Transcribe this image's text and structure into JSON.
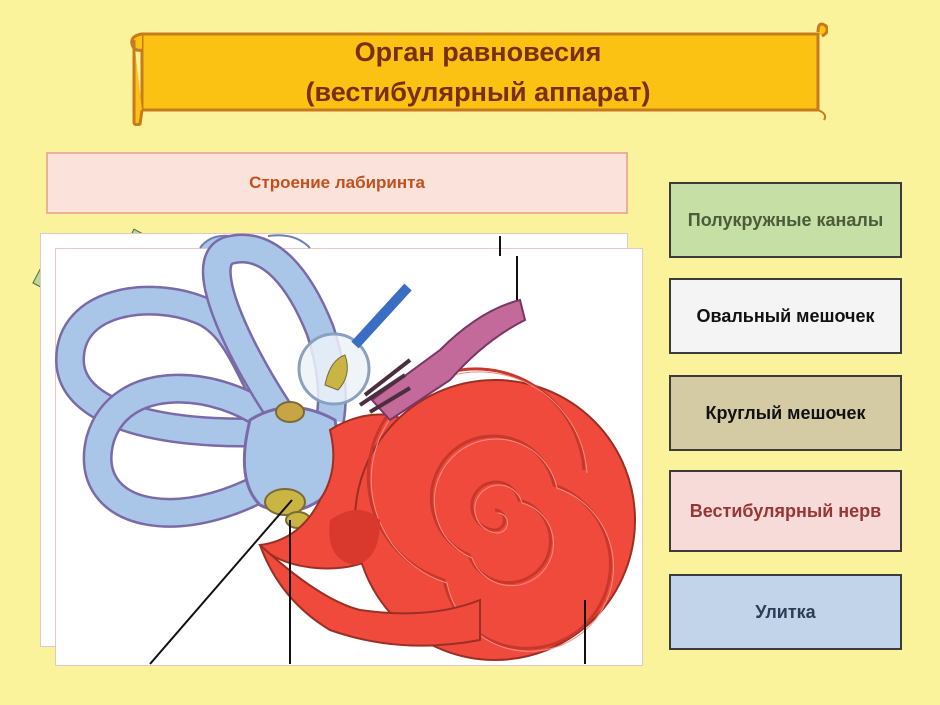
{
  "title": {
    "line1": "Орган равновесия",
    "line2": "(вестибулярный аппарат)"
  },
  "subtitle": "Строение лабиринта",
  "labels": [
    {
      "text": "Полукружные каналы",
      "color": "#c6dfa4"
    },
    {
      "text": "Овальный мешочек",
      "color": "#f4f4f4"
    },
    {
      "text": "Круглый мешочек",
      "color": "#d4cba4"
    },
    {
      "text": "Вестибулярный нерв",
      "color": "#f6dbd9"
    },
    {
      "text": "Улитка",
      "color": "#c2d4ea"
    }
  ],
  "colors": {
    "background": "#fbf29c",
    "banner": "#fbc113",
    "banner_border": "#c77a1e",
    "labyrinth_blue": "#a9c6e8",
    "cochlea_red": "#f04a3c",
    "nerve_pink": "#c36a9a"
  }
}
